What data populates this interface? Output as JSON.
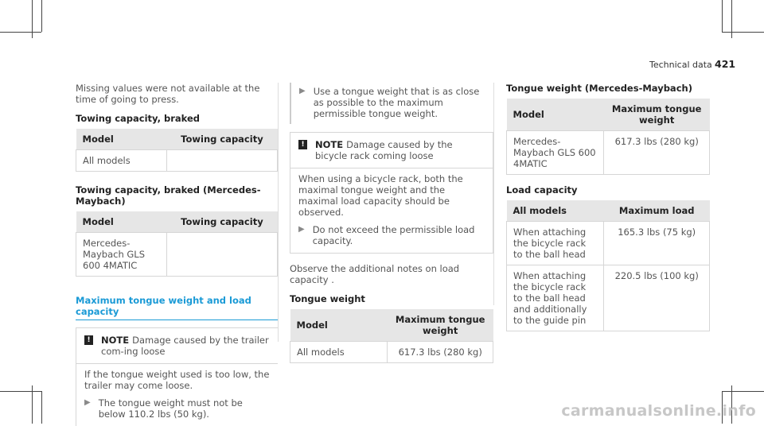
{
  "header": {
    "section": "Technical data",
    "page_number": "421"
  },
  "col1": {
    "intro": "Missing values were not available at the time of going to press.",
    "table1": {
      "title": "Towing capacity, braked",
      "headers": [
        "Model",
        "Towing capacity"
      ],
      "rows": [
        [
          "All models",
          ""
        ]
      ]
    },
    "table2": {
      "title": "Towing capacity, braked (Mercedes-Maybach)",
      "headers": [
        "Model",
        "Towing capacity"
      ],
      "rows": [
        [
          "Mercedes-Maybach GLS 600 4MATIC",
          ""
        ]
      ]
    },
    "section_title": "Maximum tongue weight and load capacity",
    "note": {
      "icon": "!",
      "title": "NOTE",
      "text": "Damage caused by the trailer com-ing loose",
      "body": "If the tongue weight used is too low, the trailer may come loose.",
      "step": "The tongue weight must not be below 110.2 lbs (50 kg)."
    }
  },
  "col2": {
    "step1": "Use a tongue weight that is as close as possible to the maximum permissible tongue weight.",
    "note": {
      "icon": "!",
      "title": "NOTE",
      "text": "Damage caused by the bicycle rack coming loose",
      "body": "When using a bicycle rack, both the maximal tongue weight and the maximal load capacity should be observed.",
      "step": "Do not exceed the permissible load capacity."
    },
    "observe": "Observe the additional notes on load capacity .",
    "table": {
      "title": "Tongue weight",
      "headers": [
        "Model",
        "Maximum tongue weight"
      ],
      "rows": [
        [
          "All models",
          "617.3 lbs (280 kg)"
        ]
      ]
    }
  },
  "col3": {
    "table1": {
      "title": "Tongue weight (Mercedes-Maybach)",
      "headers": [
        "Model",
        "Maximum tongue weight"
      ],
      "rows": [
        [
          "Mercedes-Maybach GLS 600 4MATIC",
          "617.3 lbs (280 kg)"
        ]
      ]
    },
    "table2": {
      "title": "Load capacity",
      "headers": [
        "All models",
        "Maximum load"
      ],
      "rows": [
        [
          "When attaching the bicycle rack to the ball head",
          "165.3 lbs (75 kg)"
        ],
        [
          "When attaching the bicycle rack to the ball head and additionally to the guide pin",
          "220.5 lbs (100 kg)"
        ]
      ]
    }
  },
  "watermark": "carmanualsonline.info",
  "colors": {
    "accent": "#1a9ad6",
    "header_bg": "#e6e6e6"
  }
}
